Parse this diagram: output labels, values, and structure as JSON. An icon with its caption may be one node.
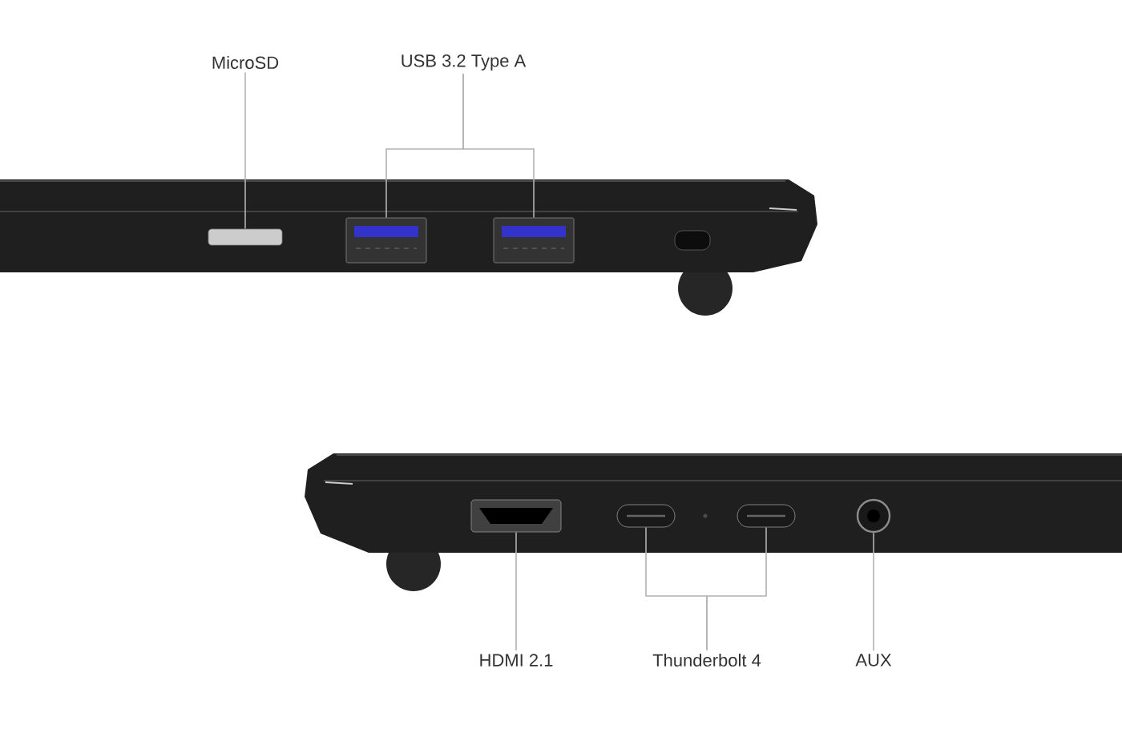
{
  "diagram": {
    "nodes": [
      {
        "text": [
          "MicroSD"
        ]
      },
      {
        "text": [
          "USB 3.2 Type A"
        ]
      },
      {
        "text": [],
        "shape": "box"
      },
      {
        "text": [],
        "shape": "box"
      },
      {
        "text": [],
        "shape": "box"
      },
      {
        "text": [
          "HDMI 2.1"
        ]
      },
      {
        "text": [
          "Thunderbolt 4"
        ]
      },
      {
        "text": [
          "AUX"
        ]
      },
      {
        "text": [],
        "shape": "box"
      },
      {
        "text": [],
        "shape": "box"
      },
      {
        "text": [],
        "shape": "box"
      },
      {
        "text": [],
        "shape": "circle"
      }
    ],
    "edges": [
      {
        "from": 0,
        "to": 2,
        "arrow": "none"
      },
      {
        "from": 1,
        "to": 3,
        "arrow": "none"
      },
      {
        "from": 1,
        "to": 4,
        "arrow": "none"
      },
      {
        "from": 5,
        "to": 8,
        "arrow": "none"
      },
      {
        "from": 6,
        "to": 9,
        "arrow": "none"
      },
      {
        "from": 6,
        "to": 10,
        "arrow": "none"
      },
      {
        "from": 7,
        "to": 11,
        "arrow": "none"
      }
    ]
  }
}
